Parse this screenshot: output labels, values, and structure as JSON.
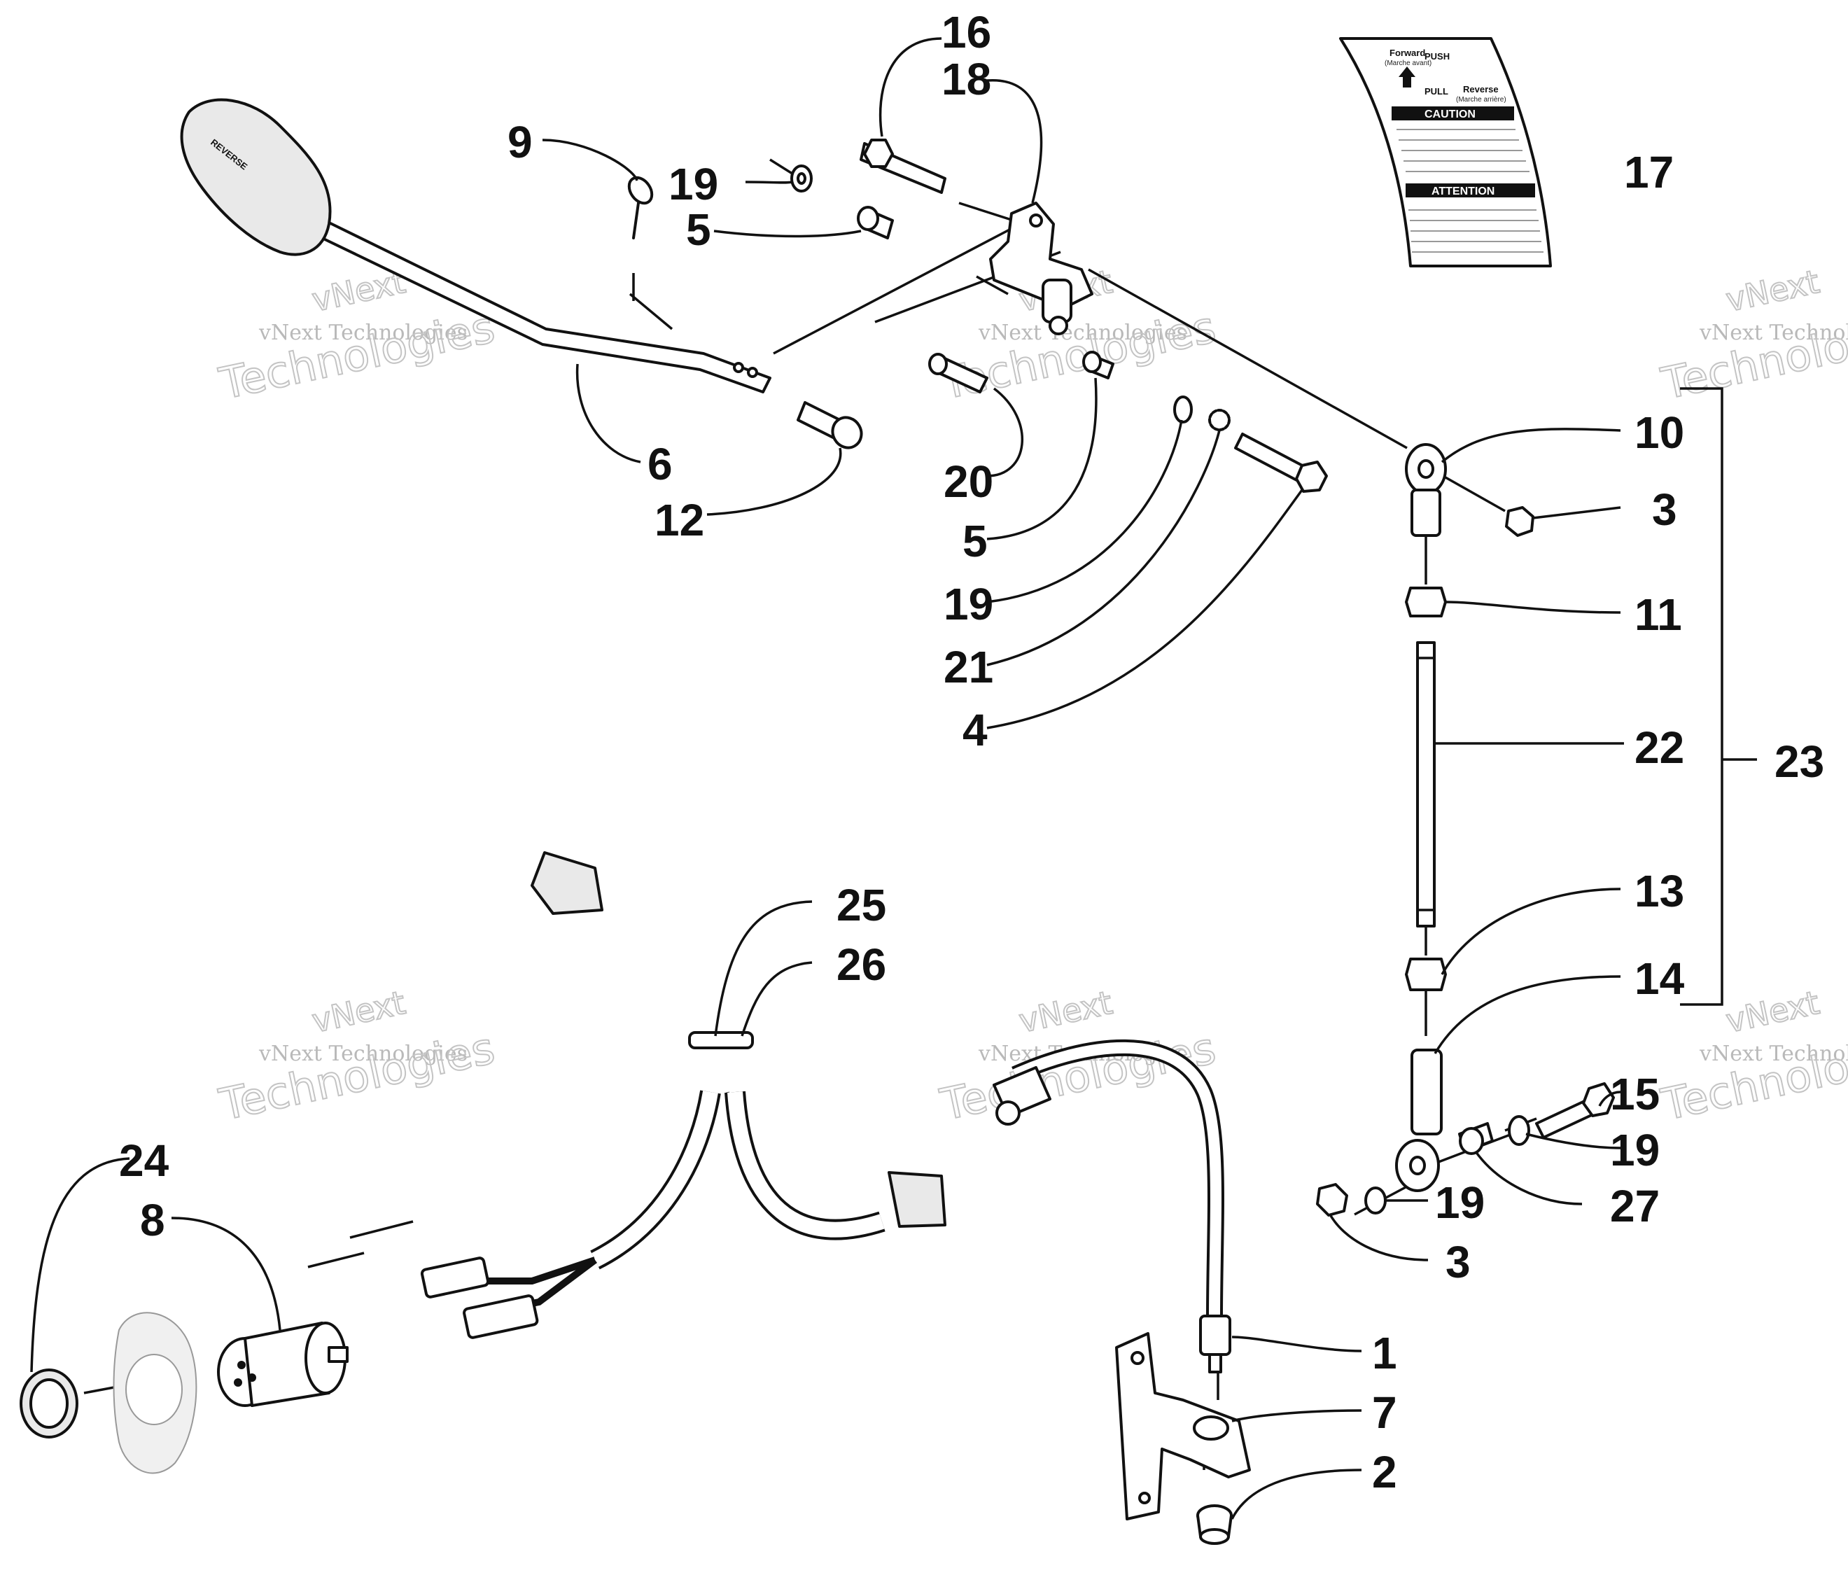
{
  "callouts": {
    "c1": "1",
    "c2": "2",
    "c3a": "3",
    "c3b": "3",
    "c4": "4",
    "c5a": "5",
    "c5b": "5",
    "c6": "6",
    "c7": "7",
    "c8": "8",
    "c9": "9",
    "c10": "10",
    "c11": "11",
    "c12": "12",
    "c13": "13",
    "c14": "14",
    "c15": "15",
    "c16": "16",
    "c17": "17",
    "c18": "18",
    "c19a": "19",
    "c19b": "19",
    "c19c": "19",
    "c19d": "19",
    "c20": "20",
    "c21": "21",
    "c22": "22",
    "c23": "23",
    "c24": "24",
    "c25": "25",
    "c26": "26",
    "c27": "27"
  },
  "watermark": {
    "brand": "vNext Technologies",
    "word1": "vNext",
    "word2": "Technologies"
  },
  "decal": {
    "forward": "Forward",
    "forward_fr": "(Marche avant)",
    "push": "PUSH",
    "pull": "PULL",
    "reverse": "Reverse",
    "reverse_fr": "(Marche arrière)",
    "caution": "CAUTION",
    "attention": "ATTENTION"
  },
  "handle": {
    "grip_text": "REVERSE"
  }
}
